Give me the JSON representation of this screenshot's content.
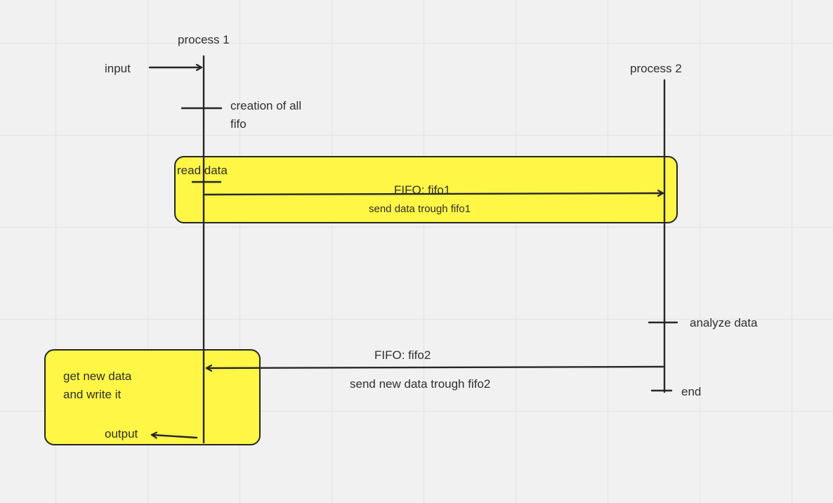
{
  "diagram": {
    "process1_title": "process 1",
    "process2_title": "process 2",
    "input_label": "input",
    "creation_label": "creation of all\nfifo",
    "read_label": "read data",
    "fifo1_name": "FIFO: fifo1",
    "fifo1_desc": "send data trough fifo1",
    "analyze_label": "analyze data",
    "fifo2_name": "FIFO: fifo2",
    "fifo2_desc": "send new data trough fifo2",
    "end_label": "end",
    "get_label": "get new data\nand write it",
    "output_label": "output"
  },
  "colors": {
    "background": "#f1f1f1",
    "grid": "#e2e2e2",
    "box_fill": "#fff645",
    "stroke": "#262626",
    "text": "#2f2f2f"
  }
}
